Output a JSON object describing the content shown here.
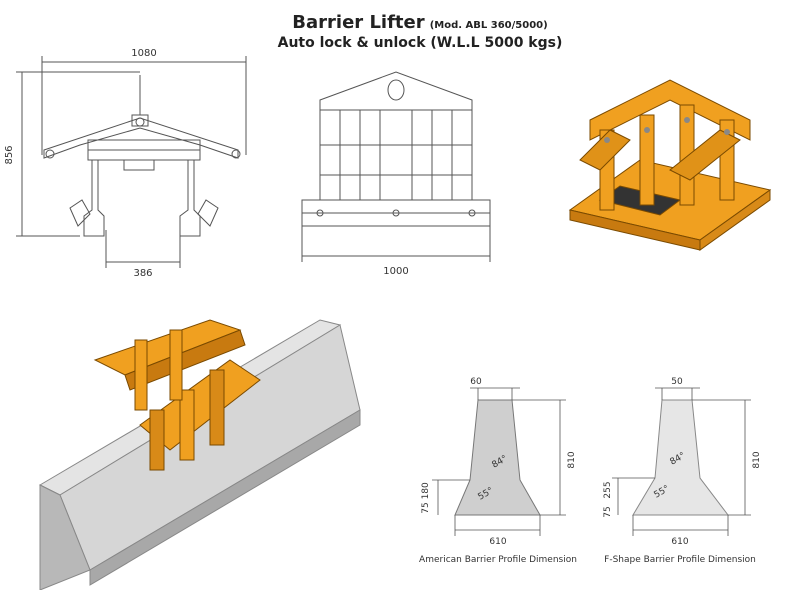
{
  "title": {
    "main": "Barrier Lifter",
    "model": "(Mod. ABL 360/5000)",
    "subtitle": "Auto lock & unlock (W.L.L 5000 kgs)"
  },
  "front_view": {
    "width_label": "1080",
    "height_label": "856",
    "jaw_label": "386"
  },
  "side_view": {
    "width_label": "1000"
  },
  "american_profile": {
    "top_label": "60",
    "height_label": "810",
    "angle_top": "84°",
    "angle_bottom": "55°",
    "lower_labels": "75 180",
    "base_label": "610",
    "caption": "American Barrier Profile Dimension"
  },
  "fshape_profile": {
    "top_label": "50",
    "height_label": "810",
    "angle_top": "84°",
    "angle_bottom": "55°",
    "mid_label": "255",
    "bottom_label": "75",
    "base_label": "610",
    "caption": "F-Shape Barrier Profile Dimension"
  },
  "colors": {
    "lifter": "#f0a020",
    "lifter_dark": "#c87a10",
    "concrete": "#d6d6d6",
    "concrete_dark": "#a8a8a8"
  }
}
